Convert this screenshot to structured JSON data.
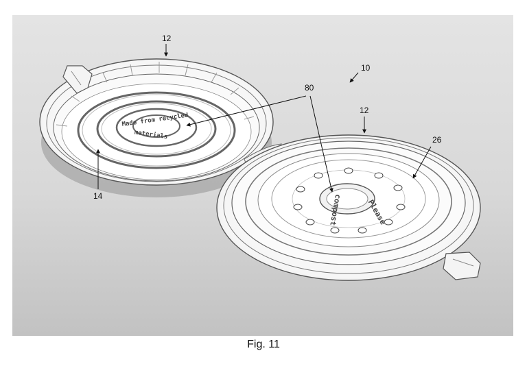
{
  "figure": {
    "caption": "Fig. 11",
    "reference_numerals": {
      "device": "10",
      "shell_top": "12",
      "shell_right": "12",
      "inner_surface": "14",
      "upper_rim": "26",
      "indicia": "80"
    },
    "embossed_text": {
      "left_line1": "Made from recycled",
      "left_line2": "materials",
      "right_word1": "Please",
      "right_word2": "compost"
    }
  }
}
